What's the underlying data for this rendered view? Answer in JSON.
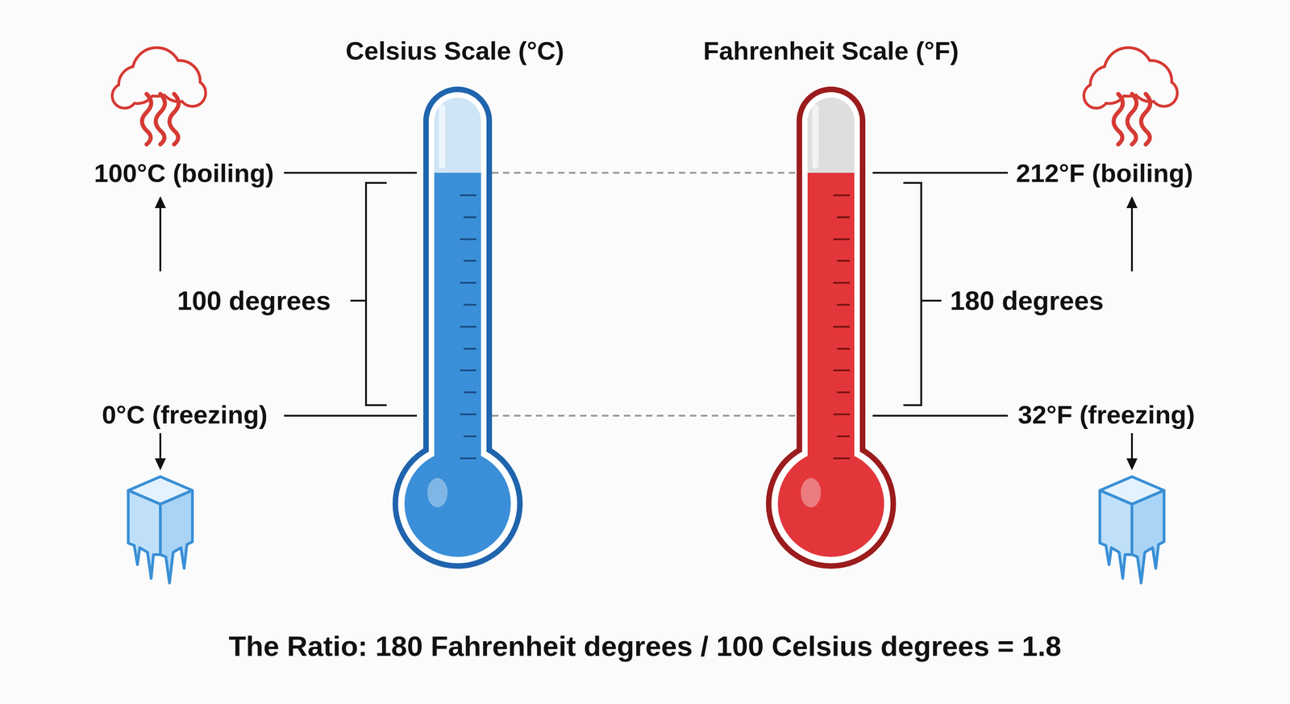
{
  "diagram": {
    "caption": "The Ratio: 180 Fahrenheit degrees / 100 Celsius degrees = 1.8",
    "labels": [
      "Celsius Scale (°C)",
      "Fahrenheit Scale (°F)",
      "100°C (boiling)",
      "212°F (boiling)",
      "100 degrees",
      "180 degrees",
      "0°C (freezing)",
      "32°F (freezing)"
    ]
  }
}
